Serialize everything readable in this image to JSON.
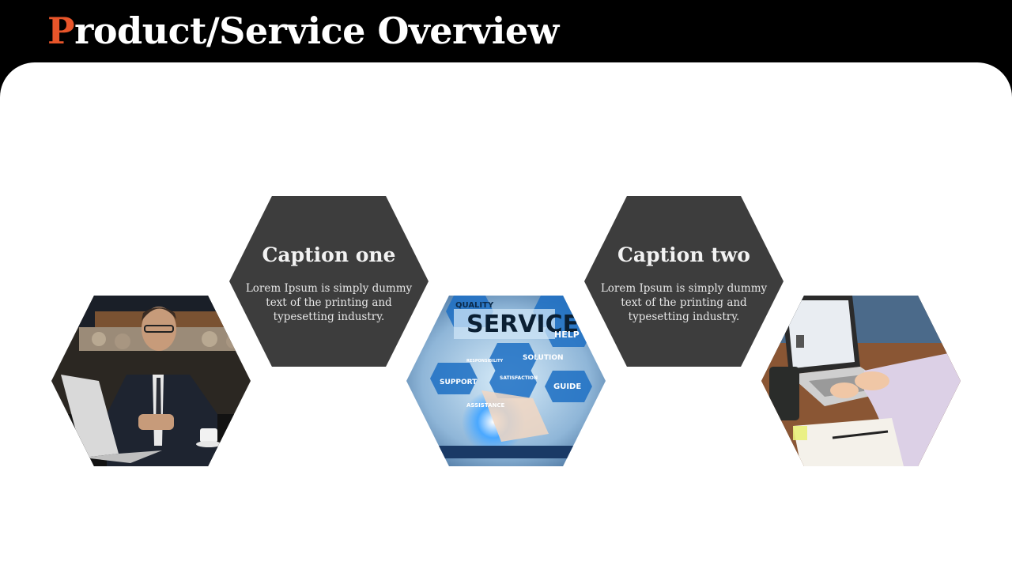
{
  "slide": {
    "title_initial": "P",
    "title_rest": "roduct/Service Overview",
    "accent_color": "#e8552a"
  },
  "captions": [
    {
      "title": "Caption one",
      "body": "Lorem Ipsum is simply dummy text of the printing and typesetting industry."
    },
    {
      "title": "Caption two",
      "body": "Lorem Ipsum is simply dummy text of the printing and typesetting industry."
    }
  ],
  "images": {
    "service_words": [
      "QUALITY",
      "SERVICE",
      "HELP",
      "SOLUTION",
      "SUPPORT",
      "GUIDE",
      "RESPONSIBILITY",
      "SATISFACTION",
      "ASSISTANCE"
    ]
  }
}
